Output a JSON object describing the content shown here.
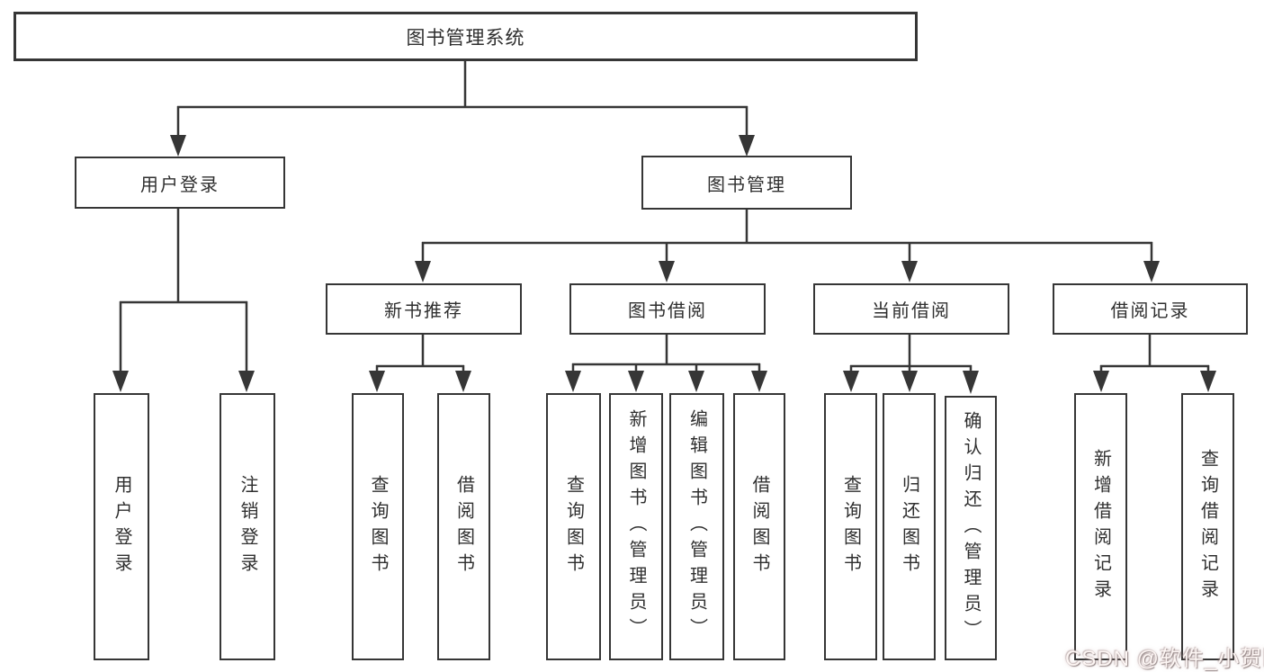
{
  "root": {
    "label": "图书管理系统"
  },
  "branches": [
    {
      "label": "用户登录",
      "children": [
        {
          "label": "用户登录"
        },
        {
          "label": "注销登录"
        }
      ]
    },
    {
      "label": "图书管理",
      "groups": [
        {
          "label": "新书推荐",
          "children": [
            {
              "label": "查询图书"
            },
            {
              "label": "借阅图书"
            }
          ]
        },
        {
          "label": "图书借阅",
          "children": [
            {
              "label": "查询图书"
            },
            {
              "label": "新增图书（管理员）"
            },
            {
              "label": "编辑图书（管理员）"
            },
            {
              "label": "借阅图书"
            }
          ]
        },
        {
          "label": "当前借阅",
          "children": [
            {
              "label": "查询图书"
            },
            {
              "label": "归还图书"
            },
            {
              "label": "确认归还（管理员）"
            }
          ]
        },
        {
          "label": "借阅记录",
          "children": [
            {
              "label": "新增借阅记录"
            },
            {
              "label": "查询借阅记录"
            }
          ]
        }
      ]
    }
  ],
  "watermark": {
    "text": "CSDN @软件_小贺同学"
  },
  "colors": {
    "line": "#363636",
    "box_border": "#363636",
    "text": "#2f2f2f",
    "background": "#ffffff",
    "watermark_text": "#fdf6f4"
  }
}
